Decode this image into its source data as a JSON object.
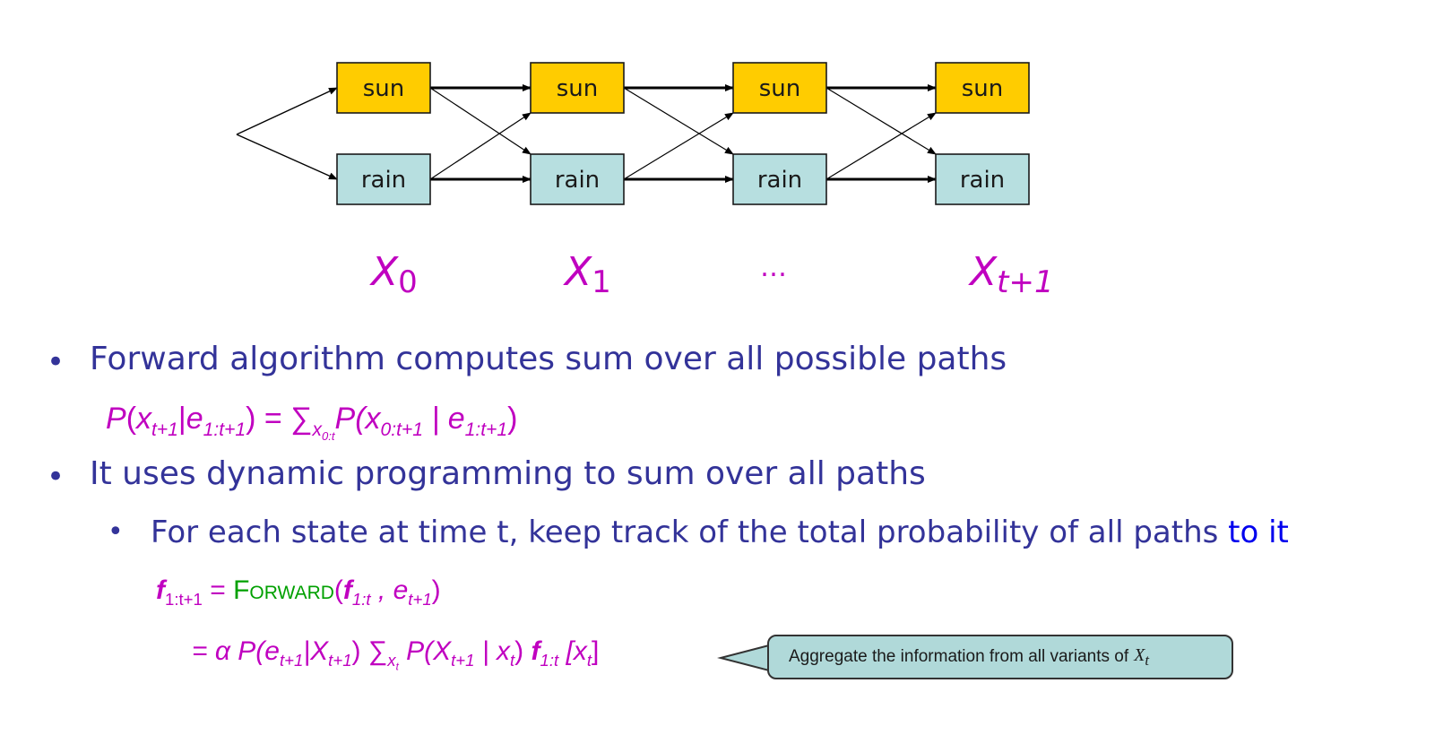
{
  "diagram": {
    "columns": [
      {
        "top": "sun",
        "bottom": "rain"
      },
      {
        "top": "sun",
        "bottom": "rain"
      },
      {
        "top": "sun",
        "bottom": "rain"
      },
      {
        "top": "sun",
        "bottom": "rain"
      }
    ],
    "variable_labels": [
      {
        "base": "X",
        "sub": "0"
      },
      {
        "base": "X",
        "sub": "1"
      },
      {
        "base": "…",
        "sub": ""
      },
      {
        "base": "X",
        "sub": "t+1"
      }
    ],
    "colors": {
      "sun": "#ffcc00",
      "rain": "#b7dfe0",
      "accent": "#c000c0"
    }
  },
  "bullets": {
    "b1": "Forward algorithm computes sum over all possible paths",
    "b2": "It uses dynamic programming to sum over all paths",
    "b3_main": "For each state at time t, keep track of the total probability of all paths ",
    "b3_highlight": "to it"
  },
  "formula1": {
    "p": "P",
    "x": "x",
    "x_sub": "t+1",
    "bar": "|",
    "e": "e",
    "e_sub": "1:t+1",
    "eq": ") = ",
    "sum": "∑",
    "sum_sub": "x",
    "sum_subsub": "0:t",
    "p2": "P(x",
    "x2_sub": "0:t+1",
    "bar2": " | e",
    "e2_sub": "1:t+1",
    "close": ")"
  },
  "formula2": {
    "f": "f",
    "f_sub": "1:t+1",
    "eq": " = ",
    "fn": "Forward",
    "open": "(",
    "arg_f": "f",
    "arg_f_sub": "1:t",
    "comma": " , e",
    "e_sub": "t+1",
    "close": ")"
  },
  "formula3": {
    "lead": "= α P(e",
    "e_sub": "t+1",
    "bar": "|X",
    "x_sub": "t+1",
    "close1": ")",
    "sum": " ∑",
    "sum_sub": "x",
    "sum_subsub": "t",
    "p2": " P(X",
    "x2_sub": "t+1",
    "bar2": " | x",
    "xt_sub": "t",
    "close2": ") ",
    "f": "f",
    "f_sub": "1:t",
    "idx": " [x",
    "idx_sub": "t",
    "idx_close": "]"
  },
  "callout": {
    "text": "Aggregate the information from all variants of",
    "var": "X",
    "var_sub": "t"
  }
}
